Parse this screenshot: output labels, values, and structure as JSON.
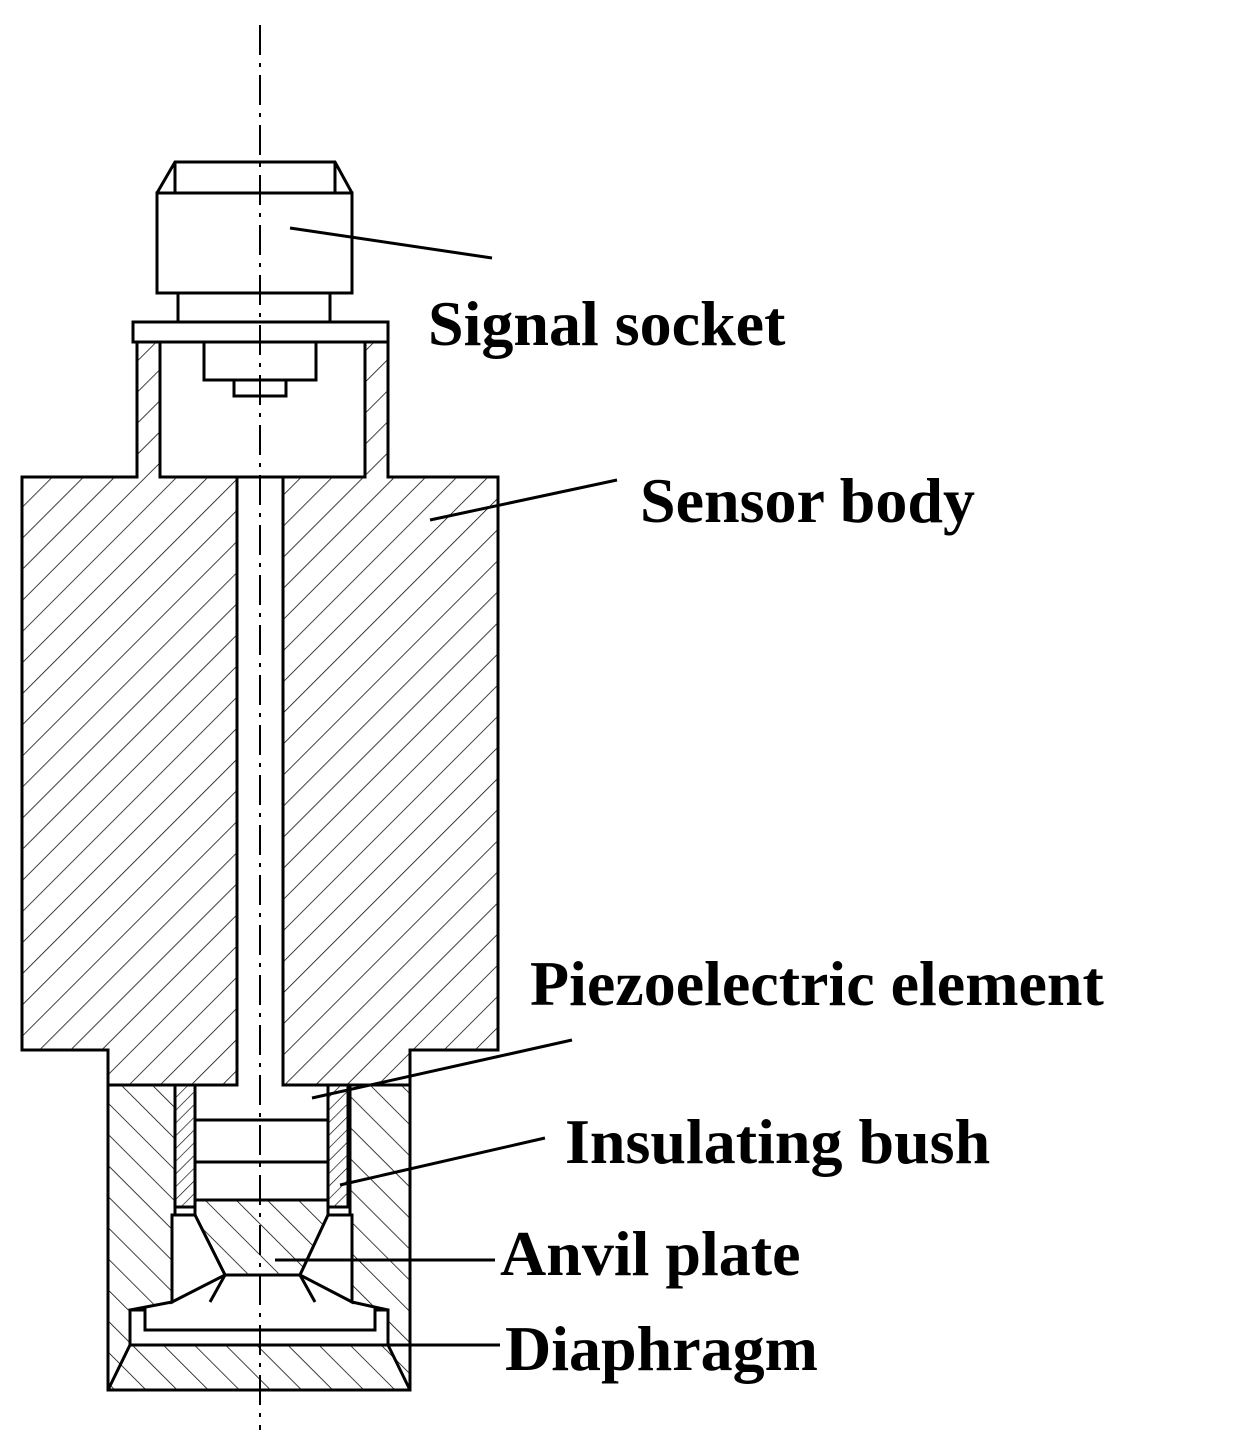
{
  "diagram": {
    "labels": {
      "signal_socket": "Signal socket",
      "sensor_body": "Sensor body",
      "piezoelectric_element": "Piezoelectric element",
      "insulating_bush": "Insulating bush",
      "anvil_plate": "Anvil plate",
      "diaphragm": "Diaphragm"
    },
    "colors": {
      "line": "#000000",
      "background": "#ffffff"
    }
  }
}
